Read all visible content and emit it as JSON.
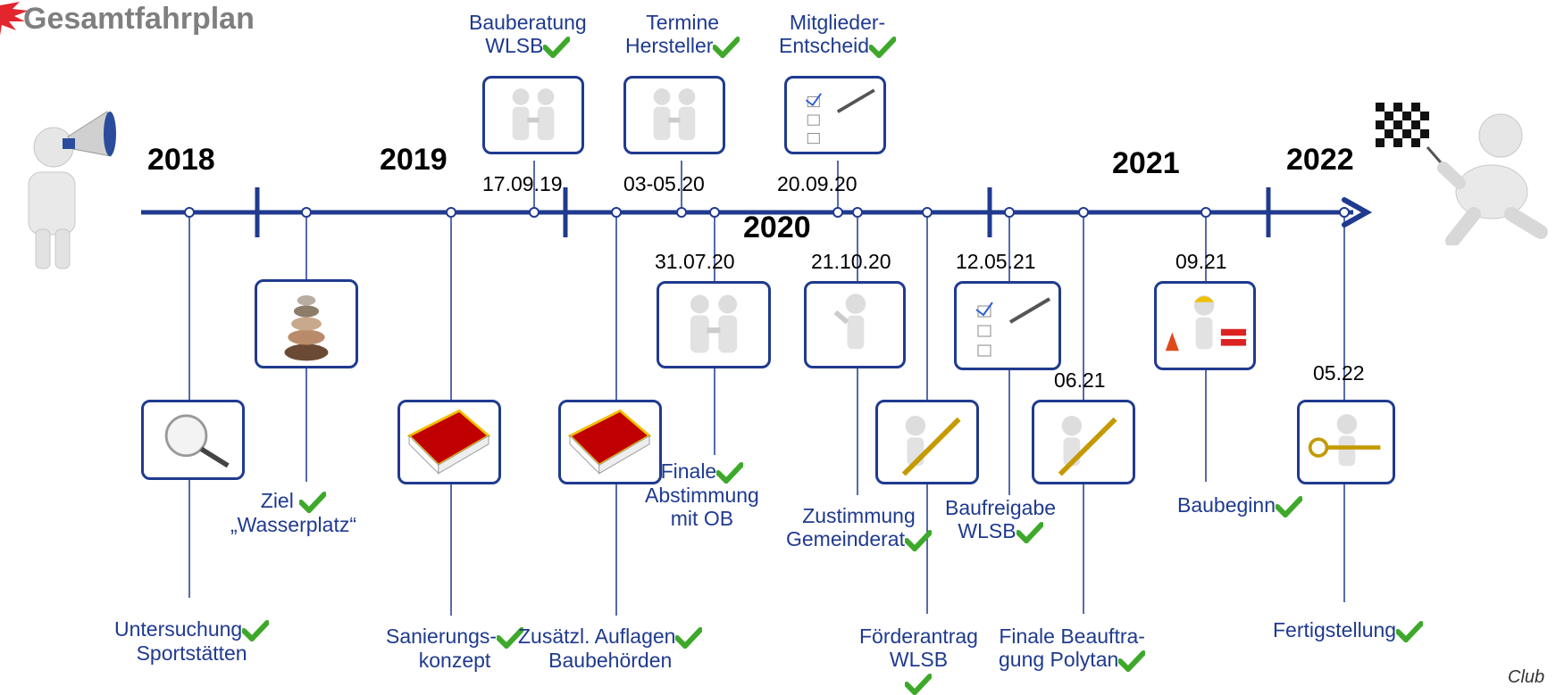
{
  "title": "Gesamtfahrplan",
  "years": {
    "y2018": "2018",
    "y2019": "2019",
    "y2020": "2020",
    "y2021": "2021",
    "y2022": "2022"
  },
  "dates": {
    "d1": "17.09.19",
    "d2": "03-05.20",
    "d3": "20.09.20",
    "d4": "31.07.20",
    "d5": "21.10.20",
    "d6": "12.05.21",
    "d7": "09.21",
    "d8": "06.21",
    "d9": "05.22"
  },
  "milestones_top": [
    {
      "line1": "Bauberatung",
      "line2": "WLSB",
      "icon": "handshake-icon"
    },
    {
      "line1": "Termine",
      "line2": "Hersteller",
      "icon": "handshake-icon"
    },
    {
      "line1": "Mitglieder-",
      "line2": "Entscheid",
      "icon": "checklist-icon"
    }
  ],
  "milestones": {
    "untersuchung": {
      "line1": "Untersuchung",
      "line2": "Sportstätten",
      "icon": "magnifier-icon"
    },
    "ziel": {
      "line1": "Ziel",
      "line2": "„Wasserplatz“",
      "icon": "stacked-stones-icon"
    },
    "sanierung": {
      "line1": "Sanierungs-",
      "line2": "konzept",
      "icon": "red-book-icon"
    },
    "auflagen": {
      "line1": "Zusätzl. Auflagen",
      "line2": "Baubehörden",
      "icon": "red-book-icon"
    },
    "finale": {
      "line1": "Finale",
      "line2": "Abstimmung",
      "line3": "mit OB",
      "icon": "handshake-icon"
    },
    "zustimmung": {
      "line1": "Zustimmung",
      "line2": "Gemeinderat",
      "icon": "thumbs-up-figure-icon"
    },
    "foerder": {
      "line1": "Förderantrag",
      "line2": "WLSB",
      "icon": "pen-figure-icon"
    },
    "baufreigabe": {
      "line1": "Baufreigabe",
      "line2": "WLSB",
      "icon": "checklist-icon"
    },
    "beauftragung": {
      "line1": "Finale Beauftra-",
      "line2": "gung Polytan",
      "icon": "pen-figure-icon"
    },
    "baubeginn": {
      "line1": "Baubeginn",
      "icon": "construction-worker-icon"
    },
    "fertigstellung": {
      "line1": "Fertigstellung",
      "icon": "key-figure-icon"
    }
  },
  "colors": {
    "line": "#1f3a8f",
    "check": "#3ea82a",
    "title": "#7f7f7f"
  },
  "logo_text": "Club"
}
